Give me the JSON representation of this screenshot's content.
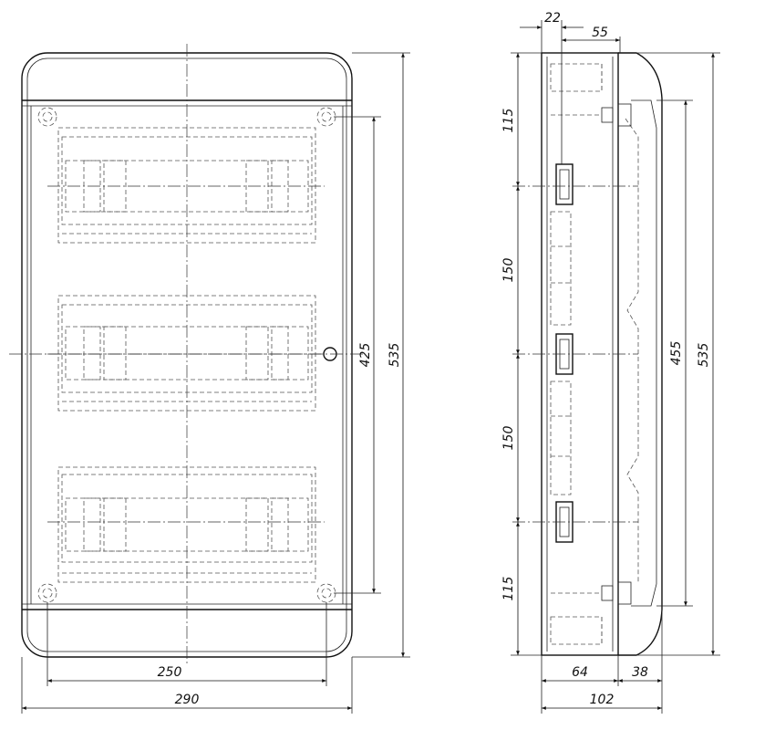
{
  "front_view": {
    "width_overall": "290",
    "width_mount": "250",
    "height_overall": "535",
    "height_mount": "425"
  },
  "side_view": {
    "depth_top_a": "22",
    "depth_top_b": "55",
    "pitch_top": "115",
    "pitch_mid_1": "150",
    "pitch_mid_2": "150",
    "pitch_bottom": "115",
    "height_door": "455",
    "height_overall": "535",
    "depth_body": "64",
    "depth_door": "38",
    "depth_overall": "102"
  },
  "colors": {
    "line": "#111111",
    "hidden_line": "#555555"
  }
}
